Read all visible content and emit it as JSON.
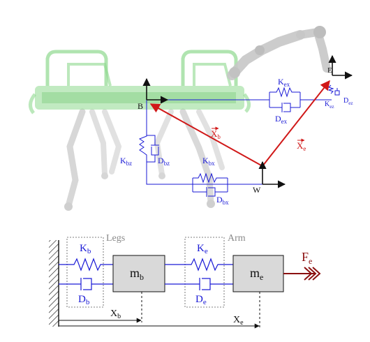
{
  "top_figure": {
    "frames": {
      "base": "B",
      "world": "W",
      "end_effector": "E"
    },
    "vectors": {
      "xb": {
        "symbol": "X",
        "sub": "b"
      },
      "xe": {
        "symbol": "X",
        "sub": "e"
      }
    },
    "springs": {
      "kex": {
        "main": "K",
        "sub": "ex"
      },
      "kbz": {
        "main": "K",
        "sub": "bz"
      },
      "kbx": {
        "main": "K",
        "sub": "bx"
      },
      "kez": {
        "main": "K",
        "sub": "ez"
      }
    },
    "dampers": {
      "dex": {
        "main": "D",
        "sub": "ex"
      },
      "dbz": {
        "main": "D",
        "sub": "bz"
      },
      "dbx": {
        "main": "D",
        "sub": "bx"
      },
      "dez": {
        "main": "D",
        "sub": "ez"
      }
    },
    "colors": {
      "body_green": "#8ed88e",
      "spring_blue": "#1a1ad6",
      "vector_red": "#d01818",
      "robot_gray": "#c8c8c8"
    }
  },
  "bottom_figure": {
    "group_legs": "Legs",
    "group_arm": "Arm",
    "spring_b": {
      "main": "K",
      "sub": "b"
    },
    "damper_b": {
      "main": "D",
      "sub": "b"
    },
    "spring_e": {
      "main": "K",
      "sub": "e"
    },
    "damper_e": {
      "main": "D",
      "sub": "e"
    },
    "mass_b": {
      "main": "m",
      "sub": "b"
    },
    "mass_e": {
      "main": "m",
      "sub": "e"
    },
    "force": {
      "main": "F",
      "sub": "e"
    },
    "disp_b": {
      "main": "X",
      "sub": "b"
    },
    "disp_e": {
      "main": "X",
      "sub": "e"
    },
    "colors": {
      "mass_fill": "#d9d9d9",
      "force_red": "#8b1010",
      "label_gray": "#8a8a8a"
    }
  }
}
